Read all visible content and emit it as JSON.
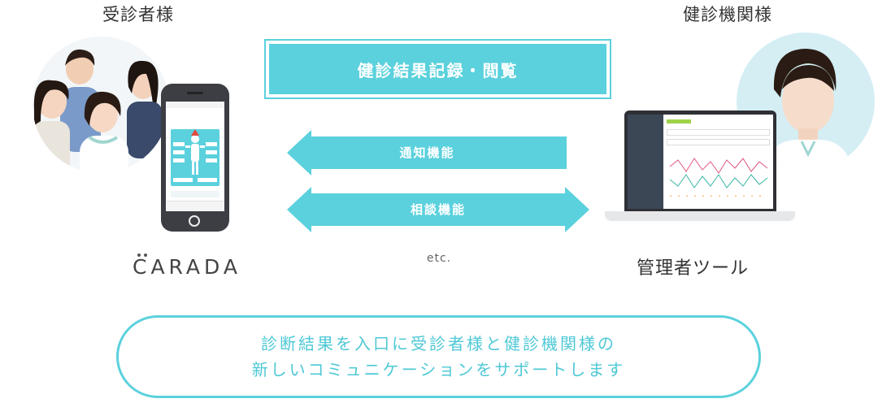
{
  "patients_label": "受診者様",
  "institution_label": "健診機関様",
  "top_box_label": "健診結果記録・閲覧",
  "notify_label": "通知機能",
  "consult_label": "相談機能",
  "etc_label": "etc.",
  "carada_logo": "CARADA",
  "admin_tool_label": "管理者ツール",
  "message_line1": "診断結果を入口に受診者様と健診機関様の",
  "message_line2": "新しいコミュニケーションをサポートします",
  "colors": {
    "accent": "#5bd1dd",
    "text": "#333333",
    "message": "#4ec8d5"
  }
}
